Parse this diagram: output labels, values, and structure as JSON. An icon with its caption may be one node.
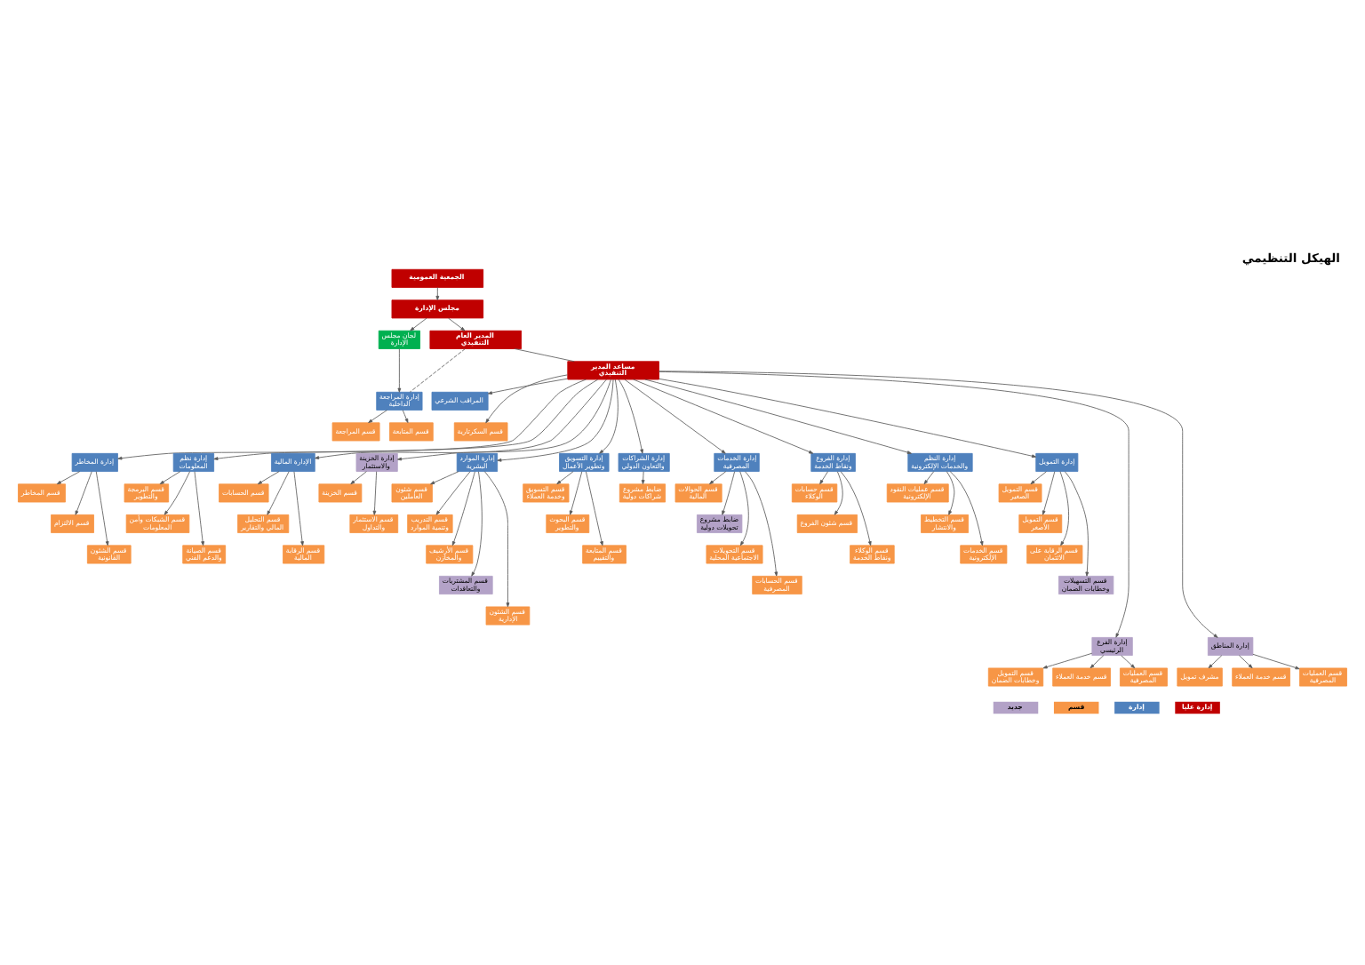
{
  "diagram": {
    "title": "الهيكل التنظيمي",
    "nodes": [
      {
        "text": [
          "الجمعية العمومية"
        ]
      },
      {
        "text": [
          "مجلس الإدارة"
        ]
      },
      {
        "text": [
          "لجان مجلس الإدارة"
        ]
      },
      {
        "text": [
          "المدير العام التنفيذي"
        ]
      },
      {
        "text": [
          "مساعد المدير التنفيذي"
        ]
      },
      {
        "text": [
          "المراقب الشرعي"
        ]
      },
      {
        "text": [
          "قسم السكرتارية"
        ]
      },
      {
        "text": [
          "إدارة المراجعة الداخلية"
        ]
      },
      {
        "text": [
          "قسم المراجعة"
        ]
      },
      {
        "text": [
          "قسم المتابعة"
        ]
      },
      {
        "text": [
          "إدارة المخاطر"
        ]
      },
      {
        "text": [
          "قسم المخاطر"
        ]
      },
      {
        "text": [
          "قسم الالتزام"
        ]
      },
      {
        "text": [
          "قسم الشئون القانونية"
        ]
      },
      {
        "text": [
          "إدارة نظم المعلومات"
        ]
      },
      {
        "text": [
          "قسم البرمجة والتطوير"
        ]
      },
      {
        "text": [
          "قسم الشبكات وأمن المعلومات"
        ]
      },
      {
        "text": [
          "قسم الصيانة والدعم الفني"
        ]
      },
      {
        "text": [
          "الإدارة المالية"
        ]
      },
      {
        "text": [
          "قسم الحسابات"
        ]
      },
      {
        "text": [
          "قسم التحليل المالي والتقارير"
        ]
      },
      {
        "text": [
          "قسم الرقابة المالية"
        ]
      },
      {
        "text": [
          "إدارة الخزينة والاستثمار"
        ]
      },
      {
        "text": [
          "قسم الخزينة"
        ]
      },
      {
        "text": [
          "قسم الاستثمار والتداول"
        ]
      },
      {
        "text": [
          "إدارة الموارد البشرية"
        ]
      },
      {
        "text": [
          "قسم شئون العاملين"
        ]
      },
      {
        "text": [
          "قسم التدريب وتنمية الموارد"
        ]
      },
      {
        "text": [
          "قسم الأرشيف والمخازن"
        ]
      },
      {
        "text": [
          "قسم المشتريات والتعاقدات"
        ]
      },
      {
        "text": [
          "قسم الشئون الإدارية"
        ]
      },
      {
        "text": [
          "إدارة التسويق وتطوير الأعمال"
        ]
      },
      {
        "text": [
          "قسم التسويق وخدمة العملاء"
        ]
      },
      {
        "text": [
          "قسم البحوث والتطوير"
        ]
      },
      {
        "text": [
          "قسم المتابعة والتقييم"
        ]
      },
      {
        "text": [
          "إدارة الشراكات والتعاون الدولي"
        ]
      },
      {
        "text": [
          "ضابط مشروع شراكات دولية"
        ]
      },
      {
        "text": [
          "إدارة الخدمات المصرفية"
        ]
      },
      {
        "text": [
          "قسم الحوالات المالية"
        ]
      },
      {
        "text": [
          "ضابط مشروع تحويلات دولية"
        ]
      },
      {
        "text": [
          "قسم التحويلات الاجتماعية المحلية"
        ]
      },
      {
        "text": [
          "قسم الحسابات المصرفية"
        ]
      },
      {
        "text": [
          "إدارة الفروع ونقاط الخدمة"
        ]
      },
      {
        "text": [
          "قسم حسابات الوكلاء"
        ]
      },
      {
        "text": [
          "قسم شئون الفروع"
        ]
      },
      {
        "text": [
          "قسم الوكلاء ونقاط الخدمة"
        ]
      },
      {
        "text": [
          "إدارة النظم والخدمات الإلكترونية"
        ]
      },
      {
        "text": [
          "قسم عمليات النقود الإلكترونية"
        ]
      },
      {
        "text": [
          "قسم التخطيط والانتشار"
        ]
      },
      {
        "text": [
          "قسم الخدمات الإلكترونية"
        ]
      },
      {
        "text": [
          "إدارة التمويل"
        ]
      },
      {
        "text": [
          "قسم التمويل الصغير"
        ]
      },
      {
        "text": [
          "قسم التمويل الأصغر"
        ]
      },
      {
        "text": [
          "قسم الرقابة على الائتمان"
        ]
      },
      {
        "text": [
          "قسم التسهيلات وخطابات الضمان"
        ]
      },
      {
        "text": [
          "إدارة الفرع الرئيسي"
        ]
      },
      {
        "text": [
          "قسم التمويل وخطابات الضمان"
        ]
      },
      {
        "text": [
          "قسم خدمة العملاء"
        ]
      },
      {
        "text": [
          "قسم العمليات المصرفية"
        ]
      },
      {
        "text": [
          "إدارة المناطق"
        ]
      },
      {
        "text": [
          "مشرف تمويل"
        ]
      },
      {
        "text": [
          "قسم خدمة العملاء"
        ]
      },
      {
        "text": [
          "قسم العمليات المصرفية"
        ]
      }
    ],
    "edges": [
      {
        "from": 0,
        "to": 1,
        "arrow": "to"
      },
      {
        "from": 1,
        "to": 3,
        "arrow": "to"
      },
      {
        "from": 1,
        "to": 2,
        "arrow": "to"
      },
      {
        "from": 2,
        "to": 7,
        "arrow": "to"
      },
      {
        "from": 3,
        "to": 7,
        "arrow": "none",
        "style": "dashed"
      },
      {
        "from": 3,
        "to": 4,
        "arrow": "none"
      },
      {
        "from": 4,
        "to": 5,
        "arrow": "to"
      },
      {
        "from": 4,
        "to": 6,
        "arrow": "to"
      },
      {
        "from": 7,
        "to": 8,
        "arrow": "to"
      },
      {
        "from": 7,
        "to": 9,
        "arrow": "to"
      },
      {
        "from": 4,
        "to": 10,
        "arrow": "to"
      },
      {
        "from": 4,
        "to": 14,
        "arrow": "to"
      },
      {
        "from": 4,
        "to": 18,
        "arrow": "to"
      },
      {
        "from": 4,
        "to": 22,
        "arrow": "to"
      },
      {
        "from": 4,
        "to": 25,
        "arrow": "to"
      },
      {
        "from": 4,
        "to": 31,
        "arrow": "to"
      },
      {
        "from": 4,
        "to": 35,
        "arrow": "to"
      },
      {
        "from": 4,
        "to": 37,
        "arrow": "to"
      },
      {
        "from": 4,
        "to": 42,
        "arrow": "to"
      },
      {
        "from": 4,
        "to": 46,
        "arrow": "to"
      },
      {
        "from": 4,
        "to": 50,
        "arrow": "to"
      },
      {
        "from": 10,
        "to": 11,
        "arrow": "to"
      },
      {
        "from": 10,
        "to": 12,
        "arrow": "to"
      },
      {
        "from": 10,
        "to": 13,
        "arrow": "to"
      },
      {
        "from": 14,
        "to": 15,
        "arrow": "to"
      },
      {
        "from": 14,
        "to": 16,
        "arrow": "to"
      },
      {
        "from": 14,
        "to": 17,
        "arrow": "to"
      },
      {
        "from": 18,
        "to": 19,
        "arrow": "to"
      },
      {
        "from": 18,
        "to": 20,
        "arrow": "to"
      },
      {
        "from": 18,
        "to": 21,
        "arrow": "to"
      },
      {
        "from": 22,
        "to": 23,
        "arrow": "to"
      },
      {
        "from": 22,
        "to": 24,
        "arrow": "to"
      },
      {
        "from": 25,
        "to": 26,
        "arrow": "to"
      },
      {
        "from": 25,
        "to": 27,
        "arrow": "to"
      },
      {
        "from": 25,
        "to": 28,
        "arrow": "to"
      },
      {
        "from": 25,
        "to": 29,
        "arrow": "to"
      },
      {
        "from": 25,
        "to": 30,
        "arrow": "to"
      },
      {
        "from": 31,
        "to": 32,
        "arrow": "to"
      },
      {
        "from": 31,
        "to": 33,
        "arrow": "to"
      },
      {
        "from": 31,
        "to": 34,
        "arrow": "to"
      },
      {
        "from": 35,
        "to": 36,
        "arrow": "to"
      },
      {
        "from": 37,
        "to": 38,
        "arrow": "to"
      },
      {
        "from": 37,
        "to": 39,
        "arrow": "to"
      },
      {
        "from": 37,
        "to": 40,
        "arrow": "to"
      },
      {
        "from": 37,
        "to": 41,
        "arrow": "to"
      },
      {
        "from": 42,
        "to": 43,
        "arrow": "to"
      },
      {
        "from": 42,
        "to": 44,
        "arrow": "to"
      },
      {
        "from": 42,
        "to": 45,
        "arrow": "to"
      },
      {
        "from": 46,
        "to": 47,
        "arrow": "to"
      },
      {
        "from": 46,
        "to": 48,
        "arrow": "to"
      },
      {
        "from": 46,
        "to": 49,
        "arrow": "to"
      },
      {
        "from": 50,
        "to": 51,
        "arrow": "to"
      },
      {
        "from": 50,
        "to": 52,
        "arrow": "to"
      },
      {
        "from": 50,
        "to": 53,
        "arrow": "to"
      },
      {
        "from": 50,
        "to": 54,
        "arrow": "to"
      },
      {
        "from": 4,
        "to": 55,
        "arrow": "to"
      },
      {
        "from": 55,
        "to": 56,
        "arrow": "to"
      },
      {
        "from": 55,
        "to": 57,
        "arrow": "to"
      },
      {
        "from": 55,
        "to": 58,
        "arrow": "to"
      },
      {
        "from": 4,
        "to": 59,
        "arrow": "to"
      },
      {
        "from": 59,
        "to": 60,
        "arrow": "to"
      },
      {
        "from": 59,
        "to": 61,
        "arrow": "to"
      },
      {
        "from": 59,
        "to": 62,
        "arrow": "to"
      }
    ],
    "legend": [
      {
        "text": "إدارة عليا",
        "color": "#c00000"
      },
      {
        "text": "إدارة",
        "color": "#4f81bd"
      },
      {
        "text": "قسم",
        "color": "#f79646"
      },
      {
        "text": "جديد",
        "color": "#b3a2c7"
      }
    ]
  }
}
